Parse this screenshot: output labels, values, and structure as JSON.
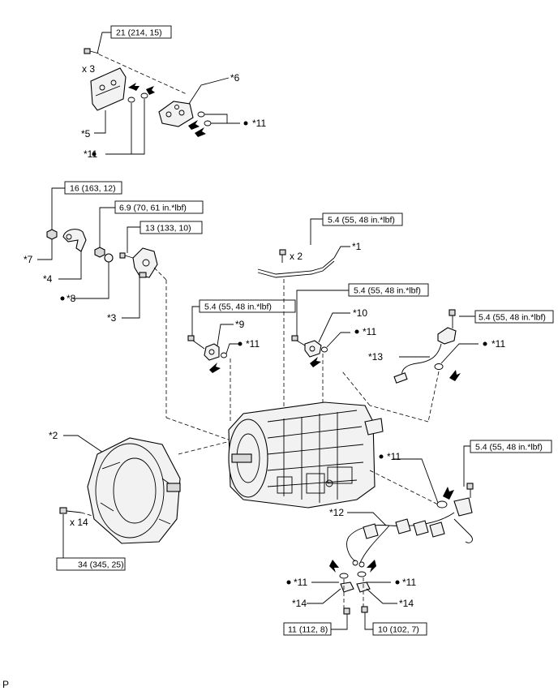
{
  "torque_specs": {
    "t1": "21 (214, 15)",
    "t2": "16 (163, 12)",
    "t3": "6.9 (70, 61 in.*lbf)",
    "t4": "13 (133, 10)",
    "t5": "5.4 (55, 48 in.*lbf)",
    "t6": "5.4 (55, 48 in.*lbf)",
    "t7": "5.4 (55, 48 in.*lbf)",
    "t8": "5.4 (55, 48 in.*lbf)",
    "t9": "5.4 (55, 48 in.*lbf)",
    "t10": "34 (345, 25)",
    "t11": "11 (112, 8)",
    "t12": "10 (102, 7)"
  },
  "quantities": {
    "q1": "x 3",
    "q2": "x 2",
    "q3": "x 14"
  },
  "callouts": {
    "c1": "*1",
    "c2": "*2",
    "c3": "*3",
    "c4": "*4",
    "c5": "*5",
    "c6": "*6",
    "c7": "*7",
    "c8": "*8",
    "c9": "*9",
    "c10": "*10",
    "c11a": "*11",
    "c11b": "*11",
    "c11c": "*11",
    "c11d": "*11",
    "c11e": "*11",
    "c11f": "*11",
    "c11g": "*11",
    "c11h": "*11",
    "c12": "*12",
    "c13": "*13",
    "c14a": "*14",
    "c14b": "*14"
  },
  "figure_code": "P"
}
